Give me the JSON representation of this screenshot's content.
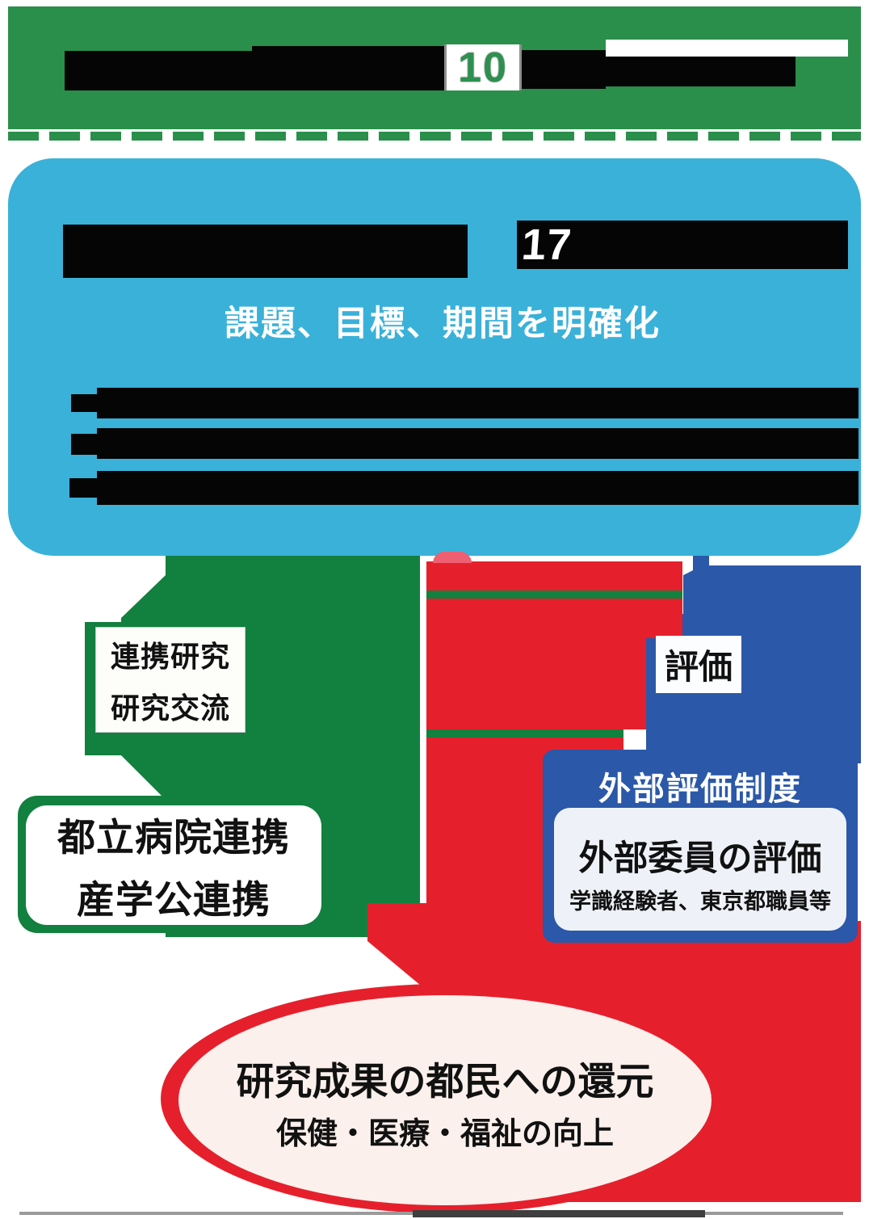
{
  "header": {
    "highlight": "10",
    "note": "title text redacted"
  },
  "plan": {
    "highlight": "17",
    "subtitle": "課題、目標、期間を明確化",
    "bullets_redacted_count": 3
  },
  "cycle": {
    "collab_tag": {
      "line1": "連携研究",
      "line2": "研究交流"
    },
    "collab_box": {
      "line1": "都立病院連携",
      "line2": "産学公連携"
    },
    "eval_tag": "評価",
    "eval_box": {
      "title": "外部評価制度",
      "main": "外部委員の評価",
      "sub": "学識経験者、東京都職員等"
    }
  },
  "outcome": {
    "line1": "研究成果の都民への還元",
    "line2": "保健・医療・福祉の向上"
  },
  "colors": {
    "header_green": "#2a8f4b",
    "plan_blue": "#3ab1d9",
    "arrow_green": "#12803e",
    "arrow_red": "#e5202c",
    "arrow_blue": "#2b58a8",
    "eval_inner_bg": "#eef2f8",
    "outcome_bg": "#fbf0ec",
    "highlight_green_text": "#2e9050",
    "redaction": "#050505"
  }
}
